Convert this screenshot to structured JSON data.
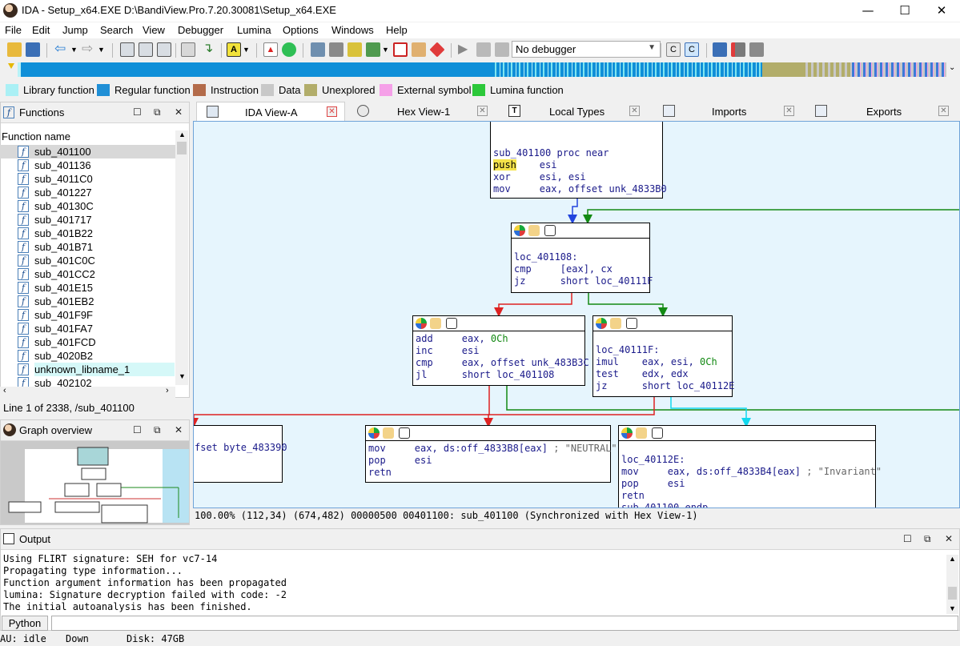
{
  "window": {
    "title": "IDA - Setup_x64.EXE D:\\BandiView.Pro.7.20.30081\\Setup_x64.EXE",
    "minimize": "—",
    "maximize": "☐",
    "close": "✕"
  },
  "menu": [
    "File",
    "Edit",
    "Jump",
    "Search",
    "View",
    "Debugger",
    "Lumina",
    "Options",
    "Windows",
    "Help"
  ],
  "toolbar": {
    "debugger_select": "No debugger"
  },
  "legend": [
    {
      "label": "Library function",
      "color": "#aaf0f5"
    },
    {
      "label": "Regular function",
      "color": "#1f8fd6"
    },
    {
      "label": "Instruction",
      "color": "#b36b4a"
    },
    {
      "label": "Data",
      "color": "#c8c8c8"
    },
    {
      "label": "Unexplored",
      "color": "#b2ad6a"
    },
    {
      "label": "External symbol",
      "color": "#f5a0e8"
    },
    {
      "label": "Lumina function",
      "color": "#2cc83a"
    }
  ],
  "functions": {
    "title": "Functions",
    "column": "Function name",
    "items": [
      "sub_401100",
      "sub_401136",
      "sub_4011C0",
      "sub_401227",
      "sub_40130C",
      "sub_401717",
      "sub_401B22",
      "sub_401B71",
      "sub_401C0C",
      "sub_401CC2",
      "sub_401E15",
      "sub_401EB2",
      "sub_401F9F",
      "sub_401FA7",
      "sub_401FCD",
      "sub_4020B2",
      "unknown_libname_1",
      "sub_402102"
    ],
    "status": "Line 1 of 2338, /sub_401100"
  },
  "graph_overview": {
    "title": "Graph overview"
  },
  "tabs": [
    {
      "label": "IDA View-A"
    },
    {
      "label": "Hex View-1"
    },
    {
      "label": "Local Types"
    },
    {
      "label": "Imports"
    },
    {
      "label": "Exports"
    }
  ],
  "graph": {
    "node1": {
      "l0": "sub_401100 proc near",
      "l1": "push",
      "l1b": "    esi",
      "l2": "xor     esi, esi",
      "l3": "mov     eax, offset unk_4833B0"
    },
    "node2": {
      "l0": "loc_401108:",
      "l1": "cmp     [eax], cx",
      "l2": "jz      short loc_40111F"
    },
    "node3": {
      "l1": "add     eax, ",
      "l1n": "0Ch",
      "l2": "inc     esi",
      "l3": "cmp     eax, offset unk_483B3C",
      "l4": "jl      short loc_401108"
    },
    "node4": {
      "l0": "loc_40111F:",
      "l1": "imul    eax, esi, ",
      "l1n": "0Ch",
      "l2": "test    edx, edx",
      "l3": "jz      short loc_40112E"
    },
    "node5": {
      "l1": "fset byte_483390"
    },
    "node6": {
      "l1": "mov     eax, ds:off_4833B8[eax] ",
      "l1c": "; \"NEUTRAL\"",
      "l2": "pop     esi",
      "l3": "retn"
    },
    "node7": {
      "l0": "loc_40112E:",
      "l1": "mov     eax, ds:off_4833B4[eax] ",
      "l1c": "; \"Invariant\"",
      "l2": "pop     esi",
      "l3": "retn",
      "l4": "sub_401100 endp"
    },
    "status": "100.00% (112,34) (674,482) 00000500 00401100: sub_401100 (Synchronized with Hex View-1)"
  },
  "output": {
    "title": "Output",
    "lines": "Using FLIRT signature: SEH for vc7-14\nPropagating type information...\nFunction argument information has been propagated\nlumina: Signature decryption failed with code: -2\nThe initial autoanalysis has been finished.",
    "python_button": "Python"
  },
  "statusbar": {
    "au": "AU:  idle",
    "down": "Down",
    "disk": "Disk: 47GB"
  }
}
